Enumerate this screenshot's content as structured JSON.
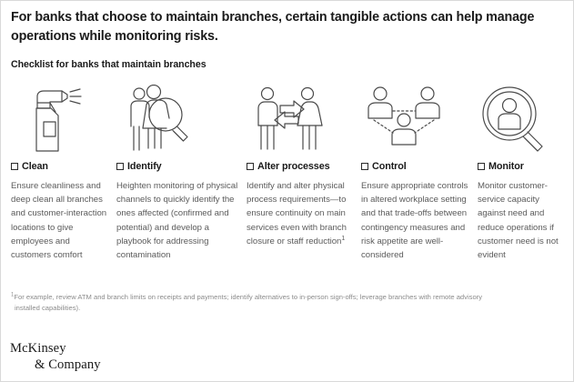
{
  "exhibit": {
    "title": "For banks that choose to maintain branches, certain tangible actions can help manage operations while monitoring risks.",
    "subtitle": "Checklist for banks that maintain branches",
    "footnote_marker": "1",
    "footnote_line1": "For example, review ATM and branch limits on receipts and payments; identify alternatives to in-person sign-offs; leverage branches with remote advisory",
    "footnote_line2": "installed capabilities).",
    "logo_line1": "McKinsey",
    "logo_line2": "& Company",
    "colors": {
      "background": "#ffffff",
      "heading_text": "#1a1a1a",
      "body_text": "#5b5b5b",
      "footnote_text": "#8c8c8c",
      "icon_stroke": "#4a4a4a",
      "border": "#d9d9d9"
    }
  },
  "checklist": [
    {
      "icon": "spray-bottle-icon",
      "label": "Clean",
      "body": "Ensure cleanliness and deep clean all branches and customer-interaction locations to give employees and customers comfort",
      "footnote_ref": ""
    },
    {
      "icon": "people-magnifier-icon",
      "label": "Identify",
      "body": "Heighten monitoring of physical channels to quickly identify the ones affected (confirmed and potential) and develop a playbook for addressing contamination",
      "footnote_ref": ""
    },
    {
      "icon": "two-people-exchange-arrows-icon",
      "label": "Alter processes",
      "body": "Identify and alter physical process requirements—to ensure continuity on main services even with branch closure or staff reduction",
      "footnote_ref": "1"
    },
    {
      "icon": "three-people-network-icon",
      "label": "Control",
      "body": "Ensure appropriate controls in altered workplace setting and that trade-offs between contingency measures and risk appetite are well-considered",
      "footnote_ref": ""
    },
    {
      "icon": "magnifier-person-icon",
      "label": "Monitor",
      "body": "Monitor customer-service capacity against need and reduce operations if customer need is not evident",
      "footnote_ref": ""
    }
  ]
}
